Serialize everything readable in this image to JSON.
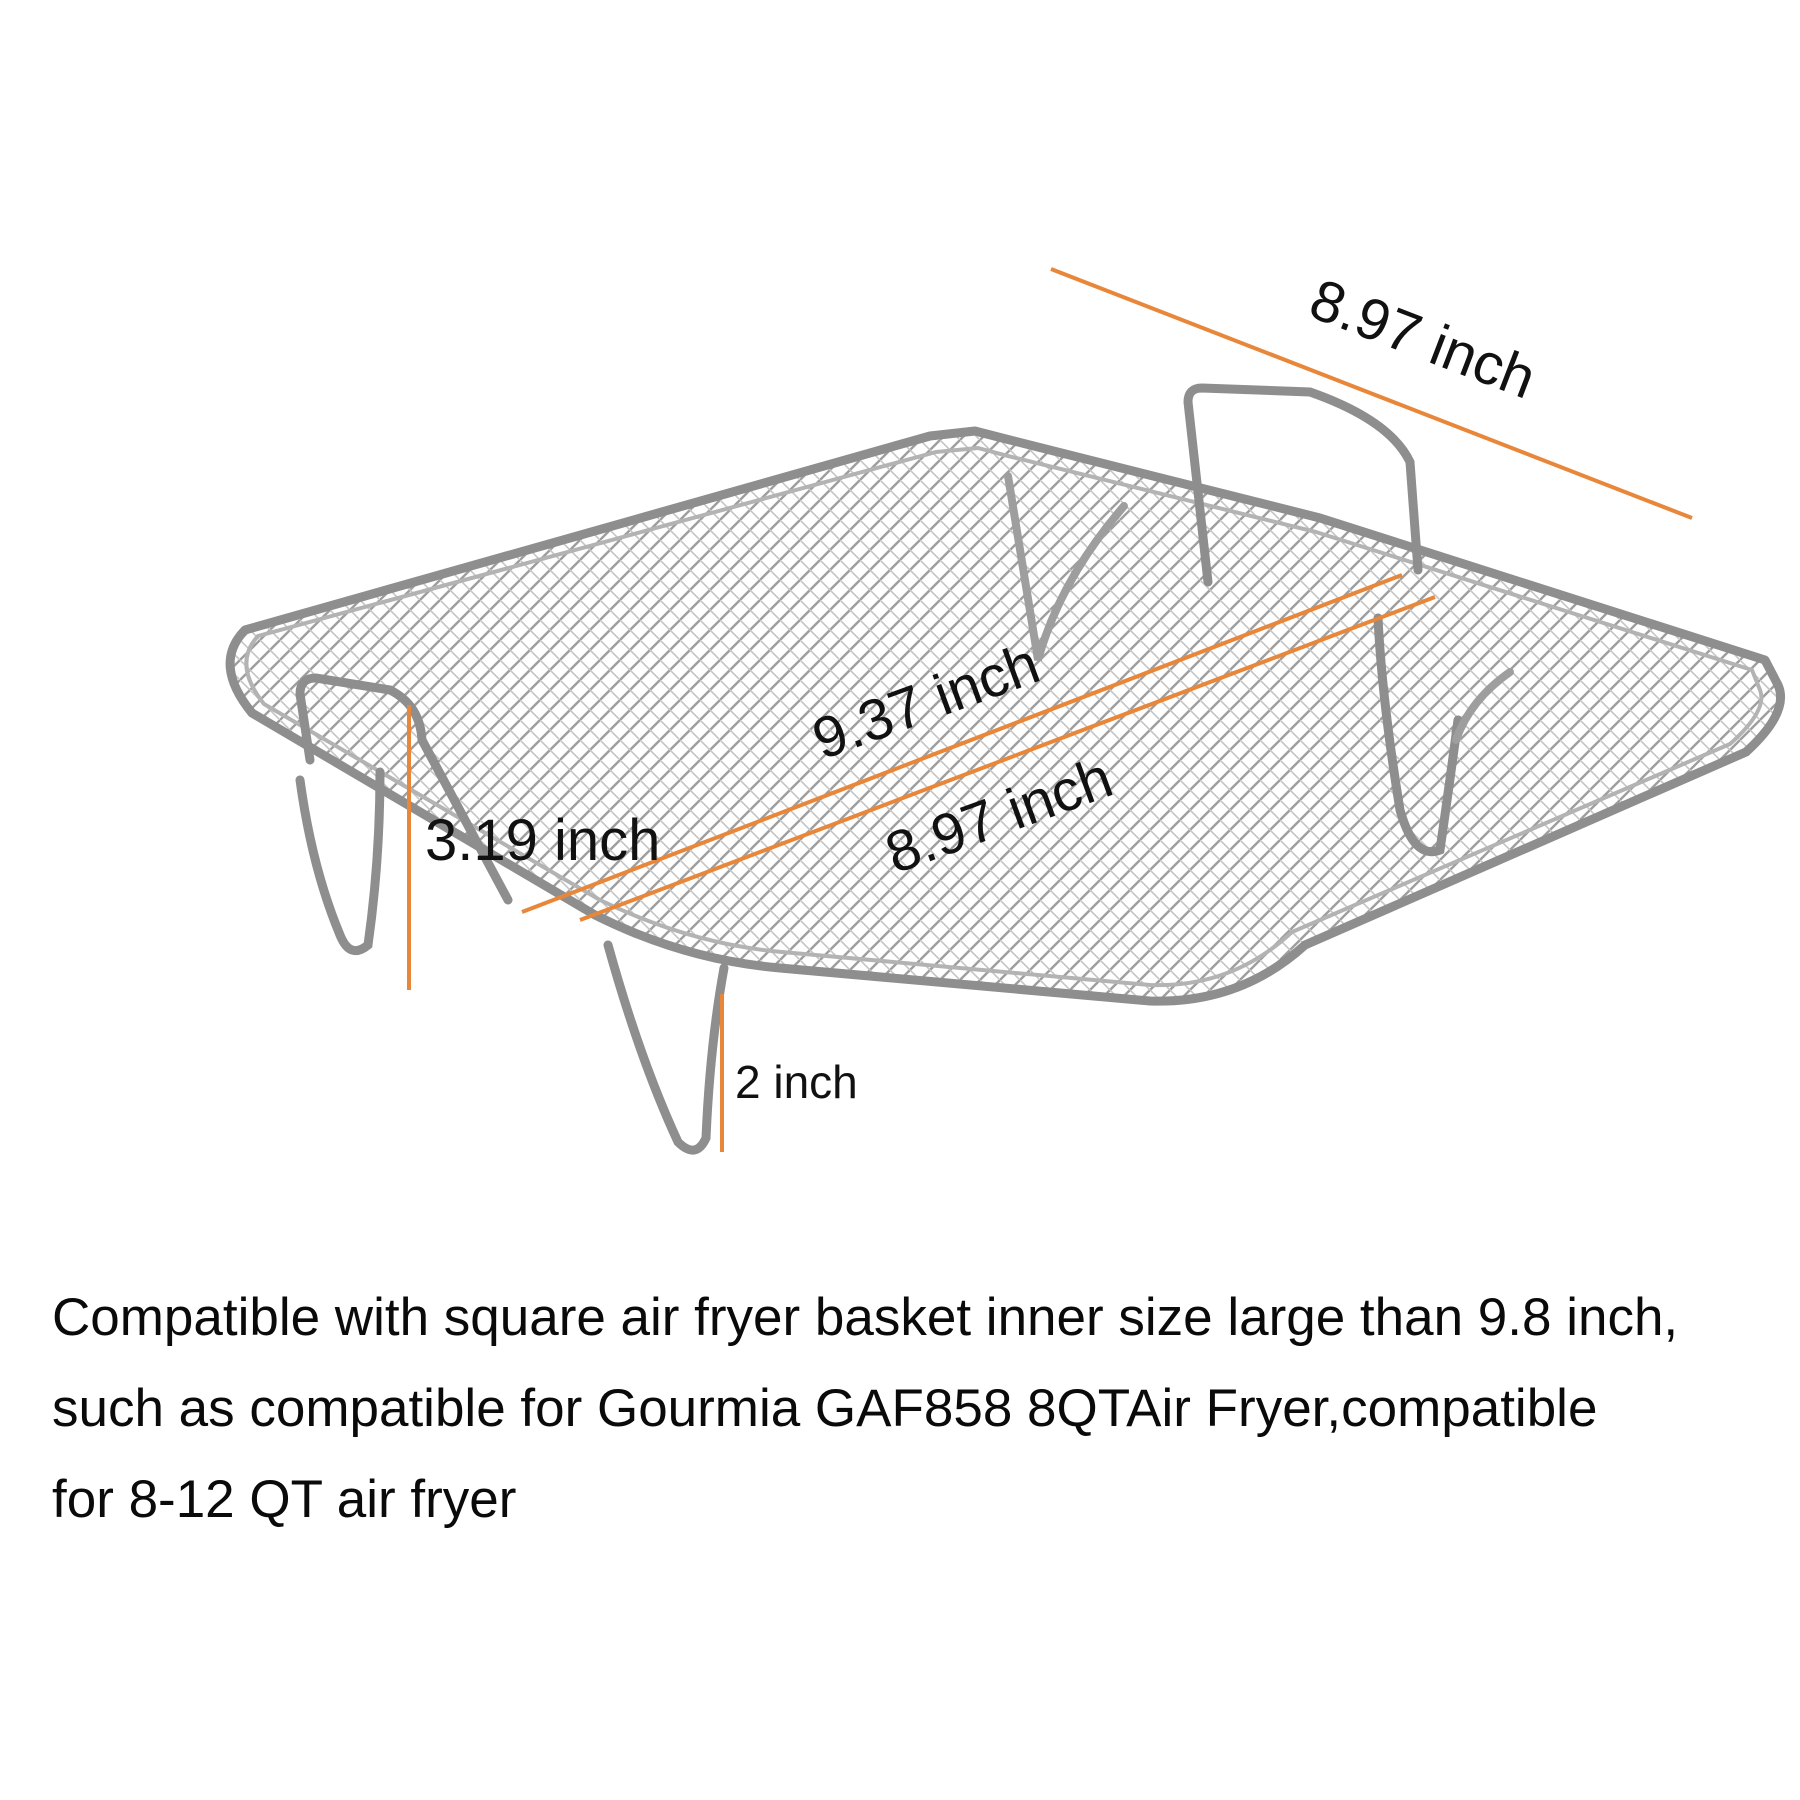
{
  "dimensions": {
    "top_depth": "8.97 inch",
    "diagonal_outer": "9.37 inch",
    "diagonal_inner": "8.97 inch",
    "handle_height": "3.19 inch",
    "leg_height": "2 inch"
  },
  "caption": {
    "line1": "Compatible with square air fryer basket inner size large than 9.8 inch,",
    "line2": "such as compatible for Gourmia GAF858 8QTAir Fryer,compatible",
    "line3": "for 8-12 QT air fryer"
  },
  "colors": {
    "dimension_line": "#E8873A",
    "wire": "#9A9A9A",
    "text": "#111111"
  }
}
